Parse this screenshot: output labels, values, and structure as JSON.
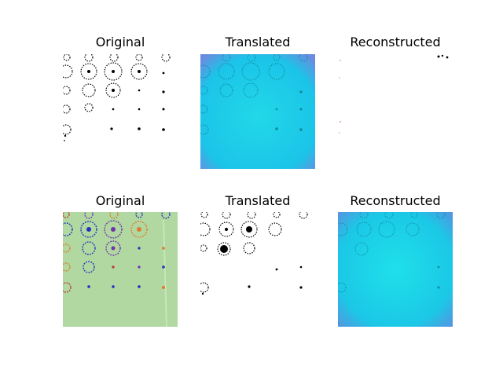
{
  "figure": {
    "rows": [
      {
        "panels": [
          {
            "title": "Original",
            "image": "black-white-dot-pattern"
          },
          {
            "title": "Translated",
            "image": "cyan-blue-dot-pattern"
          },
          {
            "title": "Reconstructed",
            "image": "near-white-faded-pattern"
          }
        ]
      },
      {
        "panels": [
          {
            "title": "Original",
            "image": "green-background-colorful-flower-dots"
          },
          {
            "title": "Translated",
            "image": "black-white-dot-pattern"
          },
          {
            "title": "Reconstructed",
            "image": "cyan-blue-dot-pattern"
          }
        ]
      }
    ]
  },
  "colors": {
    "cyan_light": "#22d8e8",
    "cyan_mid": "#1bc4e8",
    "blue_edge": "#6a8ce0",
    "green_bg": "#b0d8a0",
    "flower_blue": "#2030c0",
    "flower_orange": "#e07a30",
    "flower_purple": "#7030b0"
  }
}
